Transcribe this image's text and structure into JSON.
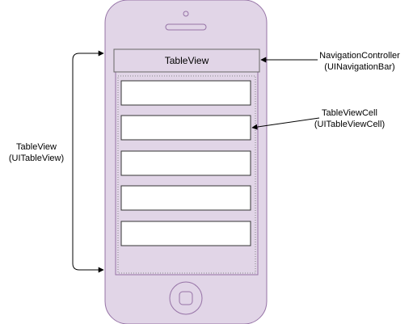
{
  "diagram": {
    "nav_bar_title": "TableView",
    "annotations": {
      "navigation_controller": {
        "line1": "NavigationController",
        "line2": "(UINavigationBar)"
      },
      "table_view_cell": {
        "line1": "TableViewCell",
        "line2": "(UITableViewCell)"
      },
      "table_view": {
        "line1": "TableView",
        "line2": "(UITableView)"
      }
    },
    "cell_count": 5,
    "colors": {
      "phone_fill": "#e1d5e7",
      "phone_stroke": "#9673a6",
      "stroke": "#333333",
      "cell_fill": "#ffffff"
    }
  }
}
